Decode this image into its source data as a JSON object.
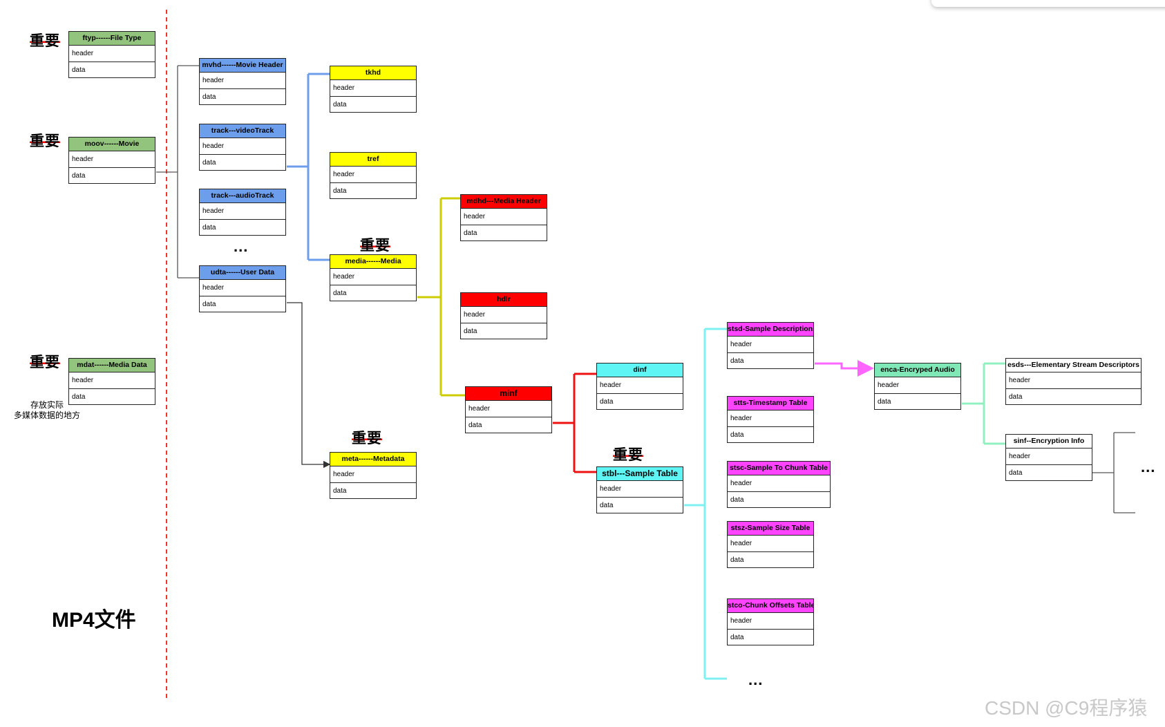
{
  "labels": {
    "header": "header",
    "data": "data",
    "important": "重要",
    "ellipsis": "...",
    "mdat_note": "存放实际\n多媒体数据的地方",
    "file_title": "MP4文件",
    "watermark": "CSDN @C9程序猿"
  },
  "boxes": {
    "ftyp": {
      "title": "ftyp------File Type",
      "color": "#93c47d"
    },
    "moov": {
      "title": "moov------Movie",
      "color": "#93c47d"
    },
    "mdat": {
      "title": "mdat------Media Data",
      "color": "#93c47d"
    },
    "mvhd": {
      "title": "mvhd------Movie Header",
      "color": "#6d9eeb"
    },
    "trak_video": {
      "title": "track---videoTrack",
      "color": "#6d9eeb"
    },
    "trak_audio": {
      "title": "track---audioTrack",
      "color": "#6d9eeb"
    },
    "udta": {
      "title": "udta------User Data",
      "color": "#6d9eeb"
    },
    "tkhd": {
      "title": "tkhd",
      "color": "#ffff00"
    },
    "tref": {
      "title": "tref",
      "color": "#ffff00"
    },
    "mdia": {
      "title": "media------Media",
      "color": "#ffff00"
    },
    "meta": {
      "title": "meta------Metadata",
      "color": "#ffff00"
    },
    "mdhd": {
      "title": "mdhd---Media Header",
      "color": "#ff0000"
    },
    "hdlr": {
      "title": "hdlr",
      "color": "#ff0000"
    },
    "minf": {
      "title": "minf",
      "color": "#ff0000"
    },
    "dinf": {
      "title": "dinf",
      "color": "#5ff5f5"
    },
    "stbl": {
      "title": "stbl---Sample Table",
      "color": "#5ff5f5"
    },
    "stsd": {
      "title": "stsd-Sample Descriptions",
      "color": "#ff44ff"
    },
    "stts": {
      "title": "stts-Timestamp Table",
      "color": "#ff44ff"
    },
    "stsc": {
      "title": "stsc-Sample To Chunk Table",
      "color": "#ff44ff"
    },
    "stsz": {
      "title": "stsz-Sample Size Table",
      "color": "#ff44ff"
    },
    "stco": {
      "title": "stco-Chunk Offsets Table",
      "color": "#ff44ff"
    },
    "enca": {
      "title": "enca-Encryped Audio",
      "color": "#7fe8b6"
    },
    "esds": {
      "title": "esds---Elementary Stream Descriptors",
      "color": "#ffffff"
    },
    "sinf": {
      "title": "sinf--Encryption Info",
      "color": "#ffffff"
    }
  },
  "connector_colors": {
    "moov_children": "#555555",
    "track_children": "#6d9eeb",
    "mdia_children": "#cccc00",
    "minf_children": "#ee1111",
    "stbl_children": "#7ff0f0",
    "stsd_children": "#ff66ff",
    "enca_children": "#90f0c0",
    "separator": "#ee3333"
  }
}
